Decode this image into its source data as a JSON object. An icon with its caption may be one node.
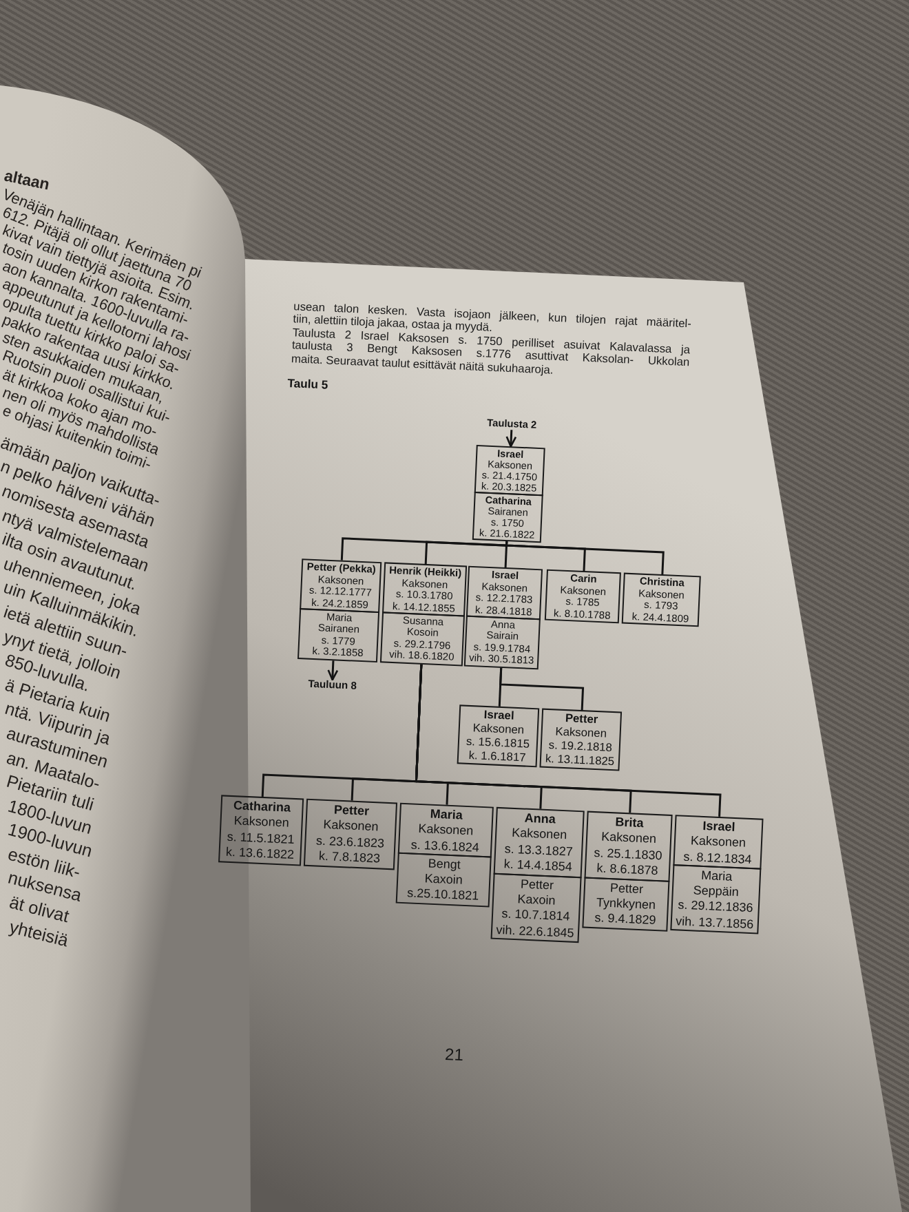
{
  "diagram": {
    "title": "Taulu 5",
    "nodes": [
      {
        "text": [
          "Taulusta 2"
        ]
      },
      {
        "text": [
          "Israel",
          "Kaksonen",
          "s. 21.4.1750",
          "k. 20.3.1825"
        ]
      },
      {
        "text": [
          "Catharina",
          "Sairanen",
          "s. 1750",
          "k. 21.6.1822"
        ]
      },
      {
        "text": [
          "Petter (Pekka)",
          "Kaksonen",
          "s. 12.12.1777",
          "k. 24.2.1859"
        ]
      },
      {
        "text": [
          "Maria",
          "Sairanen",
          "s. 1779",
          "k. 3.2.1858"
        ]
      },
      {
        "text": [
          "Henrik (Heikki)",
          "Kaksonen",
          "s. 10.3.1780",
          "k. 14.12.1855"
        ]
      },
      {
        "text": [
          "Susanna",
          "Kosoin",
          "s. 29.2.1796",
          "vih. 18.6.1820"
        ]
      },
      {
        "text": [
          "Israel",
          "Kaksonen",
          "s. 12.2.1783",
          "k. 28.4.1818"
        ]
      },
      {
        "text": [
          "Anna",
          "Sairain",
          "s. 19.9.1784",
          "vih. 30.5.1813"
        ]
      },
      {
        "text": [
          "Carin",
          "Kaksonen",
          "s. 1785",
          "k. 8.10.1788"
        ]
      },
      {
        "text": [
          "Christina",
          "Kaksonen",
          "s. 1793",
          "k. 24.4.1809"
        ]
      },
      {
        "text": [
          "Tauluun 8"
        ]
      },
      {
        "text": [
          "Israel",
          "Kaksonen",
          "s. 15.6.1815",
          "k. 1.6.1817"
        ]
      },
      {
        "text": [
          "Petter",
          "Kaksonen",
          "s. 19.2.1818",
          "k. 13.11.1825"
        ]
      },
      {
        "text": [
          "Catharina",
          "Kaksonen",
          "s. 11.5.1821",
          "k. 13.6.1822"
        ]
      },
      {
        "text": [
          "Petter",
          "Kaksonen",
          "s. 23.6.1823",
          "k. 7.8.1823"
        ]
      },
      {
        "text": [
          "Maria",
          "Kaksonen",
          "s. 13.6.1824"
        ]
      },
      {
        "text": [
          "Bengt",
          "Kaxoin",
          "s.25.10.1821"
        ]
      },
      {
        "text": [
          "Anna",
          "Kaksonen",
          "s. 13.3.1827",
          "k. 14.4.1854"
        ]
      },
      {
        "text": [
          "Petter",
          "Kaxoin",
          "s. 10.7.1814",
          "vih. 22.6.1845"
        ]
      },
      {
        "text": [
          "Brita",
          "Kaksonen",
          "s. 25.1.1830",
          "k. 8.6.1878"
        ]
      },
      {
        "text": [
          "Petter",
          "Tynkkynen",
          "s. 9.4.1829"
        ]
      },
      {
        "text": [
          "Israel",
          "Kaksonen",
          "s. 8.12.1834"
        ]
      },
      {
        "text": [
          "Maria",
          "Seppäin",
          "s. 29.12.1836",
          "vih. 13.7.1856"
        ]
      }
    ],
    "edges": [
      {
        "from": 0,
        "to": 1,
        "arrow": "to"
      },
      {
        "from": 2,
        "to": 3,
        "arrow": "none"
      },
      {
        "from": 2,
        "to": 5,
        "arrow": "none"
      },
      {
        "from": 2,
        "to": 7,
        "arrow": "none"
      },
      {
        "from": 2,
        "to": 9,
        "arrow": "none"
      },
      {
        "from": 2,
        "to": 10,
        "arrow": "none"
      },
      {
        "from": 4,
        "to": 11,
        "arrow": "to"
      },
      {
        "from": 8,
        "to": 12,
        "arrow": "none"
      },
      {
        "from": 8,
        "to": 13,
        "arrow": "none"
      },
      {
        "from": 6,
        "to": 14,
        "arrow": "none"
      },
      {
        "from": 6,
        "to": 15,
        "arrow": "none"
      },
      {
        "from": 6,
        "to": 16,
        "arrow": "none"
      },
      {
        "from": 6,
        "to": 18,
        "arrow": "none"
      },
      {
        "from": 6,
        "to": 20,
        "arrow": "none"
      },
      {
        "from": 6,
        "to": 22,
        "arrow": "none"
      }
    ],
    "labels": [
      "altaan",
      "Venäjän hallintaan. Kerimäen pi",
      "612. Pitäjä oli ollut jaettuna 70",
      "kivat vain tiettyjä asioita. Esim.",
      "tosin uuden kirkon rakentami-",
      "aon kannalta. 1600-luvulla ra-",
      "appeutunut ja kellotorni lahosi",
      "opulta tuettu kirkko paloi sa-",
      "pakko rakentaa uusi kirkko.",
      "sten asukkaiden mukaan,",
      "Ruotsin puoli osallistui kui-",
      "ät kirkkoa koko ajan mo-",
      "nen oli myös mahdollista",
      "e ohjasi kuitenkin toimi-",
      "ämään paljon vaikutta-",
      "n pelko hälveni vähän",
      "nomisesta asemasta",
      "ntyä valmistelemaan",
      "ilta osin avautunut.",
      "uhenniemeen, joka",
      "uin Kalluinmäkikin.",
      "ietä alettiin suun-",
      "ynyt tietä, jolloin",
      "850-luvulla.",
      "ä Pietaria kuin",
      "ntä. Viipurin ja",
      "aurastuminen",
      "an. Maatalo-",
      "Pietariin tuli",
      "1800-luvun",
      "1900-luvun",
      "estön liik-",
      "nuksensa",
      "ät olivat",
      "yhteisiä",
      "usean talon kesken. Vasta isojaon jälkeen, kun tilojen rajat määritel- tiin, alettiin tiloja jakaa, ostaa ja myydä.",
      "Taulusta 2 Israel Kaksosen s. 1750 perilliset asuivat Kalavalassa ja taulusta 3 Bengt Kaksosen s.1776 asuttivat Kaksolan- Ukkolan maita. Seuraavat taulut esittävät näitä sukuhaaroja.",
      "21"
    ]
  }
}
